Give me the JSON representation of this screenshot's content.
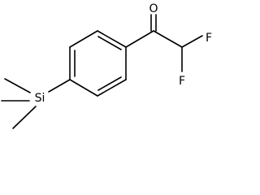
{
  "molecule": {
    "atoms": {
      "oxygen": "O",
      "fluorine_top": "F",
      "fluorine_bottom": "F",
      "silicon": "Si"
    },
    "colors": {
      "bond": "#000000",
      "label": "#000000",
      "background": "#ffffff"
    }
  }
}
